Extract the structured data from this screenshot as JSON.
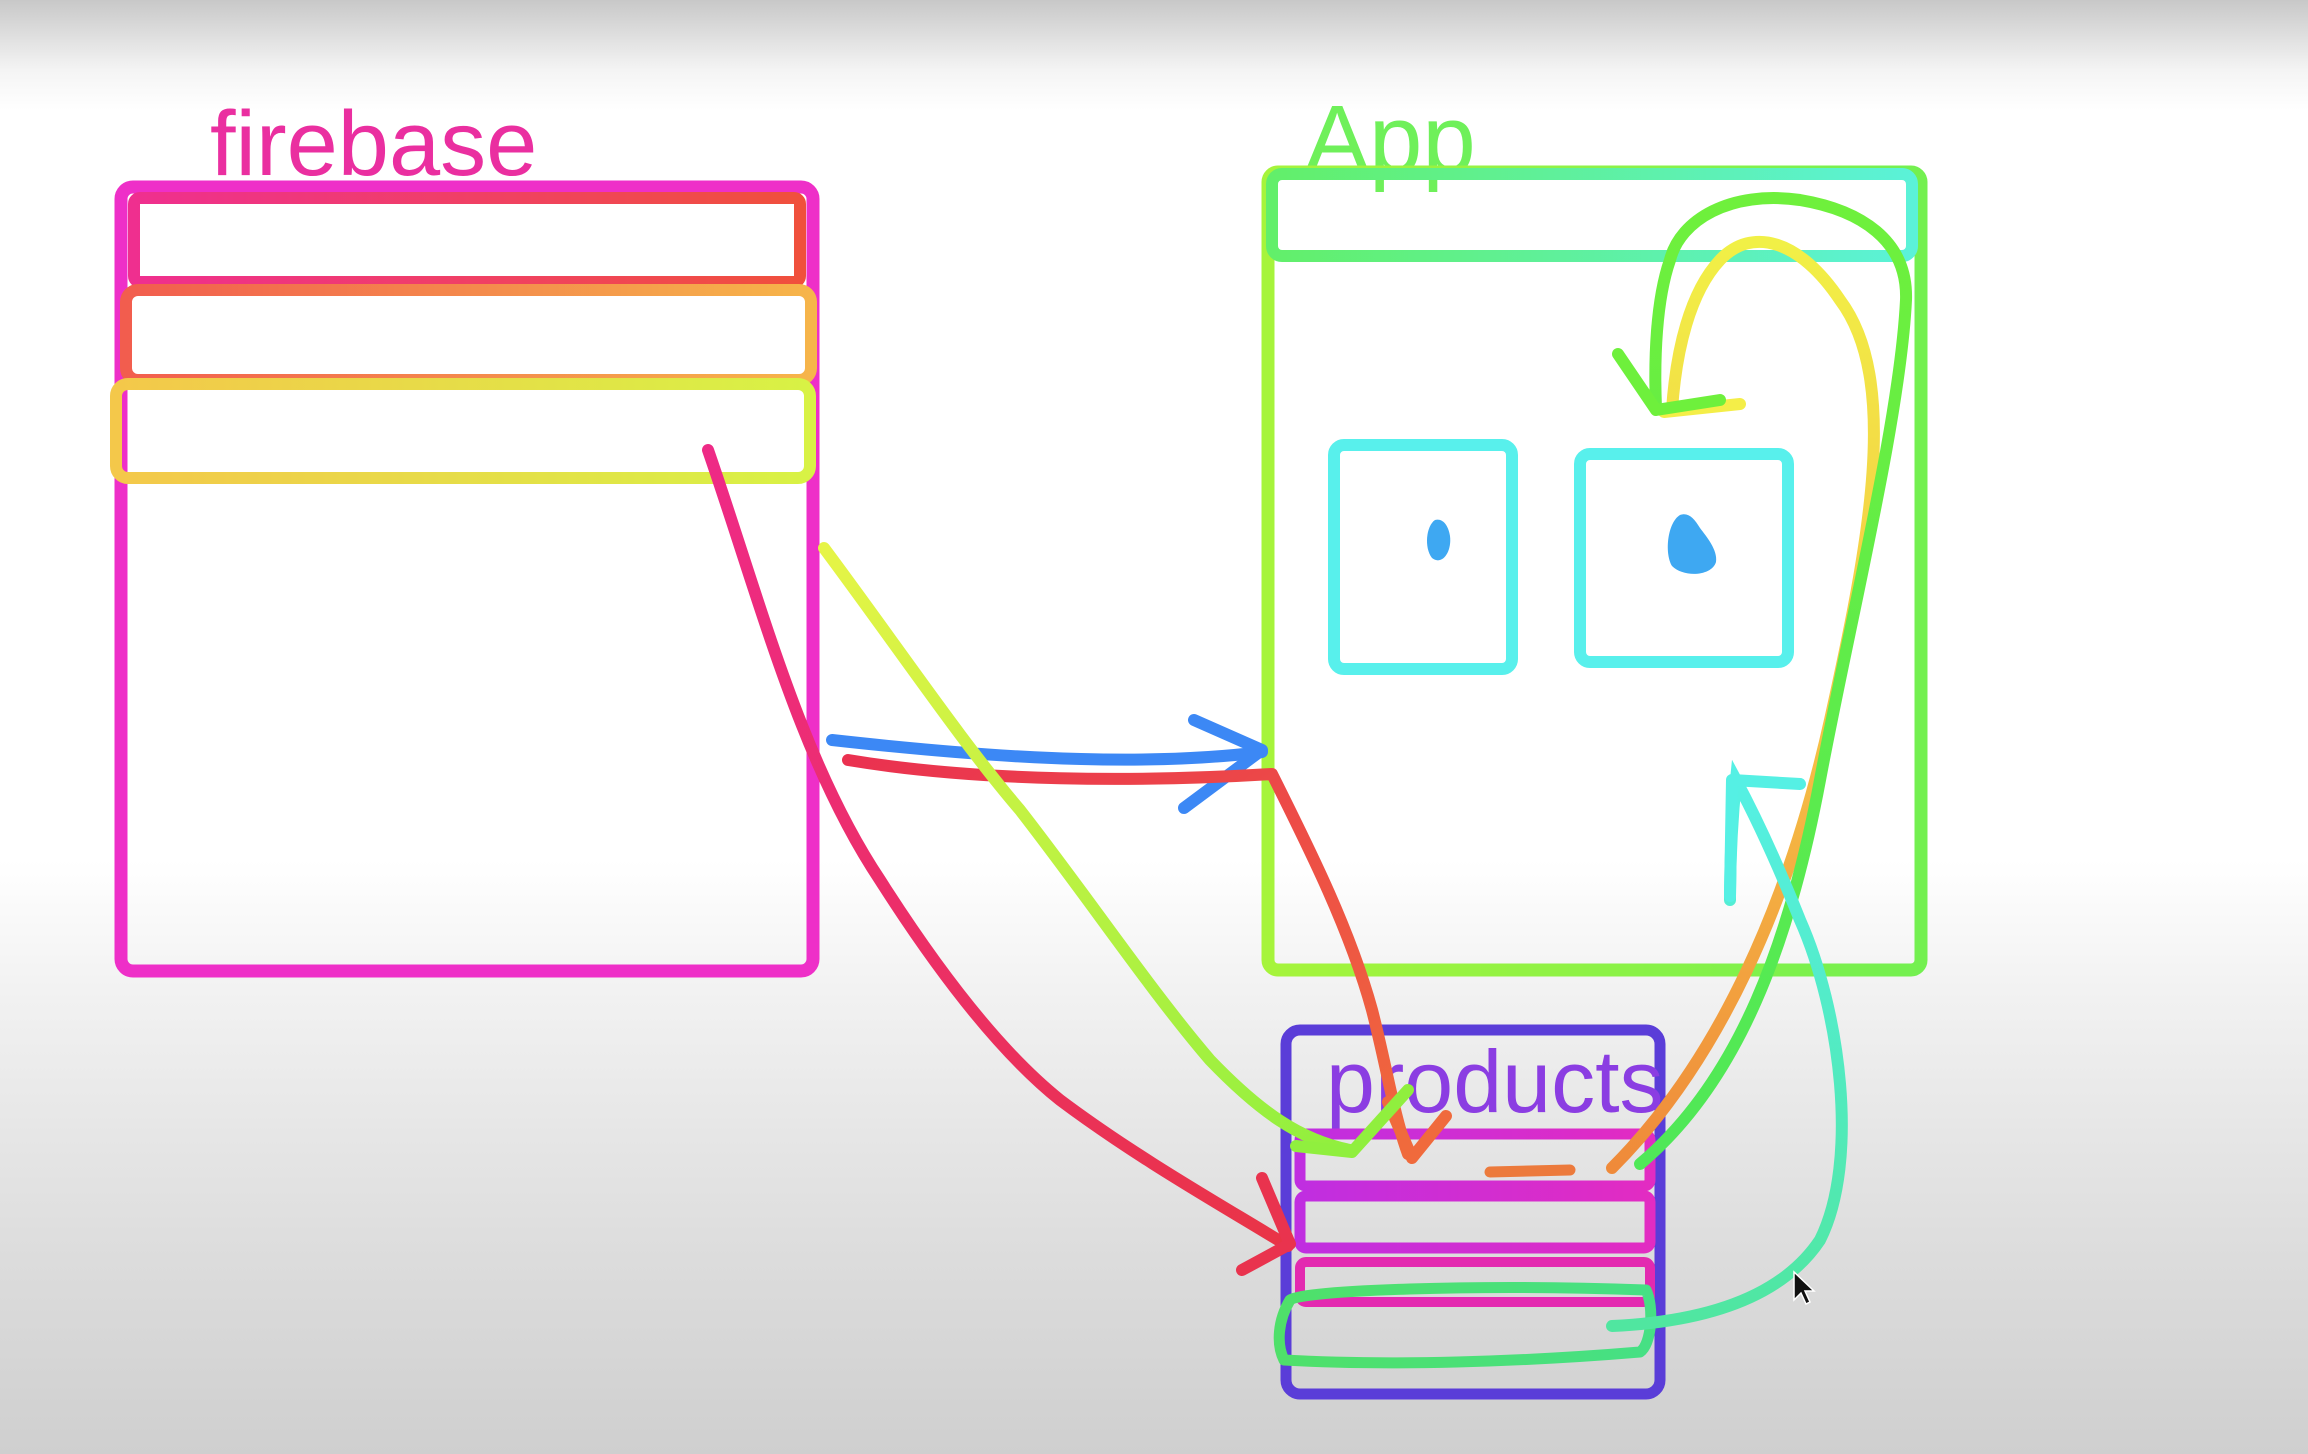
{
  "diagram": {
    "firebase_label": "firebase",
    "app_label": "App",
    "products_label": "products"
  },
  "colors": {
    "firebase": "#ee2fb9",
    "app": "#8cf53a",
    "products": "#5a3dd8",
    "card": "#55f2ee",
    "blue_arrow": "#3c88f5",
    "red_arrow": "#ec3454",
    "yellow_arrow": "#e3f245"
  }
}
